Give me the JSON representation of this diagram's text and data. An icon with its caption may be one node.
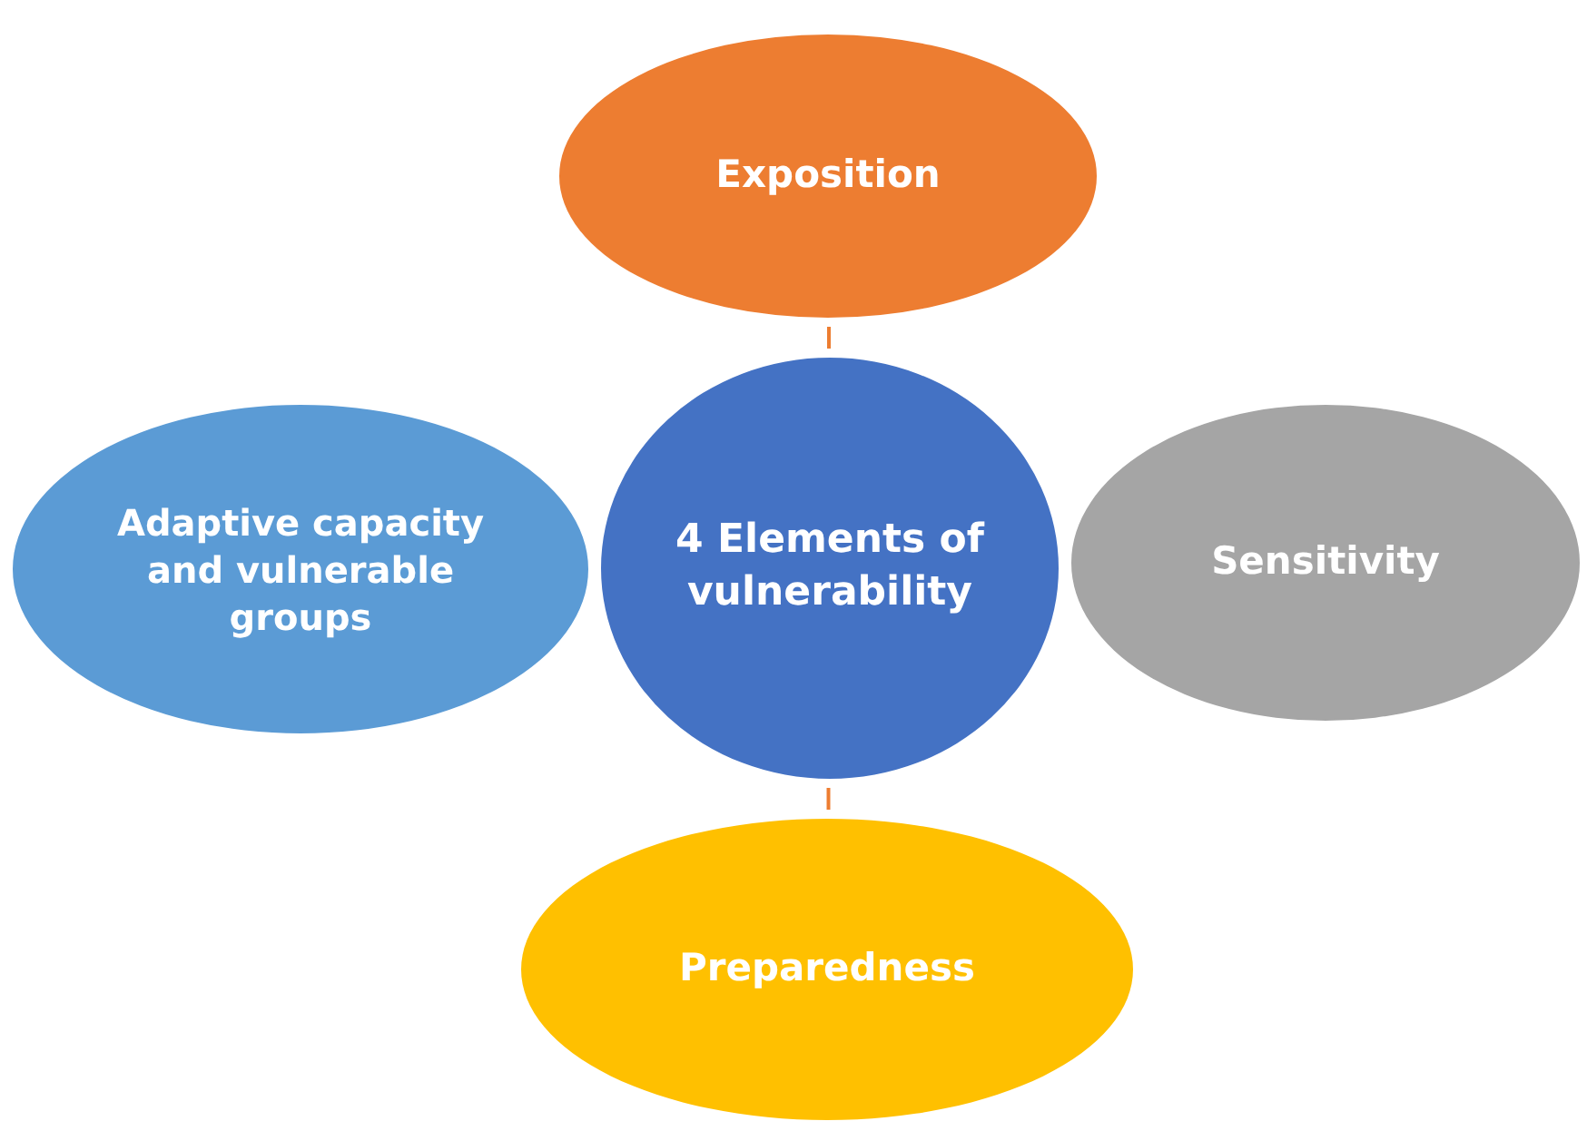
{
  "diagram": {
    "nodes": [
      {
        "text": [
          "Exposition"
        ]
      },
      {
        "text": [
          "Adaptive capacity and vulnerable groups"
        ]
      },
      {
        "text": [
          "4 Elements of vulnerability"
        ]
      },
      {
        "text": [
          "Sensitivity"
        ]
      },
      {
        "text": [
          "Preparedness"
        ]
      }
    ],
    "edges": [
      {
        "from": 0,
        "to": 2,
        "arrow": "none",
        "color": "#ed7d31"
      },
      {
        "from": 2,
        "to": 4,
        "arrow": "none",
        "color": "#ed7d31"
      }
    ]
  }
}
